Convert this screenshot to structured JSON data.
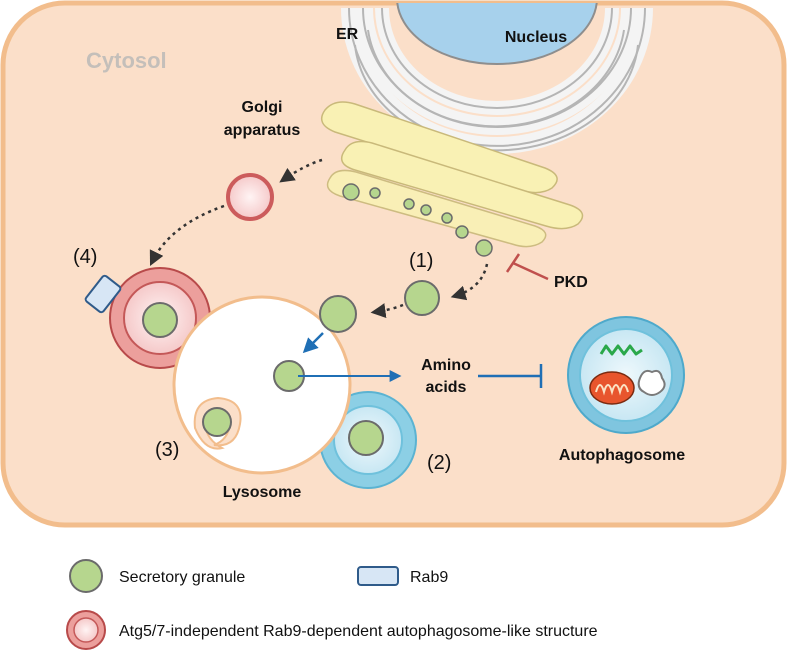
{
  "labels": {
    "cytosol": "Cytosol",
    "er": "ER",
    "nucleus": "Nucleus",
    "golgi_line1": "Golgi",
    "golgi_line2": "apparatus",
    "step1": "(1)",
    "step2": "(2)",
    "step3": "(3)",
    "step4": "(4)",
    "pkd": "PKD",
    "amino_line1": "Amino",
    "amino_line2": "acids",
    "lysosome": "Lysosome",
    "autophagosome": "Autophagosome"
  },
  "legend": {
    "granule": "Secretory granule",
    "rab9": "Rab9",
    "atg": "Atg5/7-independent Rab9-dependent autophagosome-like structure"
  },
  "colors": {
    "cytosol_fill": "#fbdfc9",
    "cell_border": "#f2bd8c",
    "granule_fill": "#b6d68e",
    "granule_stroke": "#6b6b6b",
    "golgi_fill": "#f9f1b4",
    "nucleus_fill": "#a7d1ec",
    "rab9_fill": "#d7e6f5",
    "red_ring": "#cc5c5c",
    "blue_ring": "#6fc1dc",
    "arrow_blue": "#1f6fb5",
    "inhibit_red": "#c0504d"
  }
}
